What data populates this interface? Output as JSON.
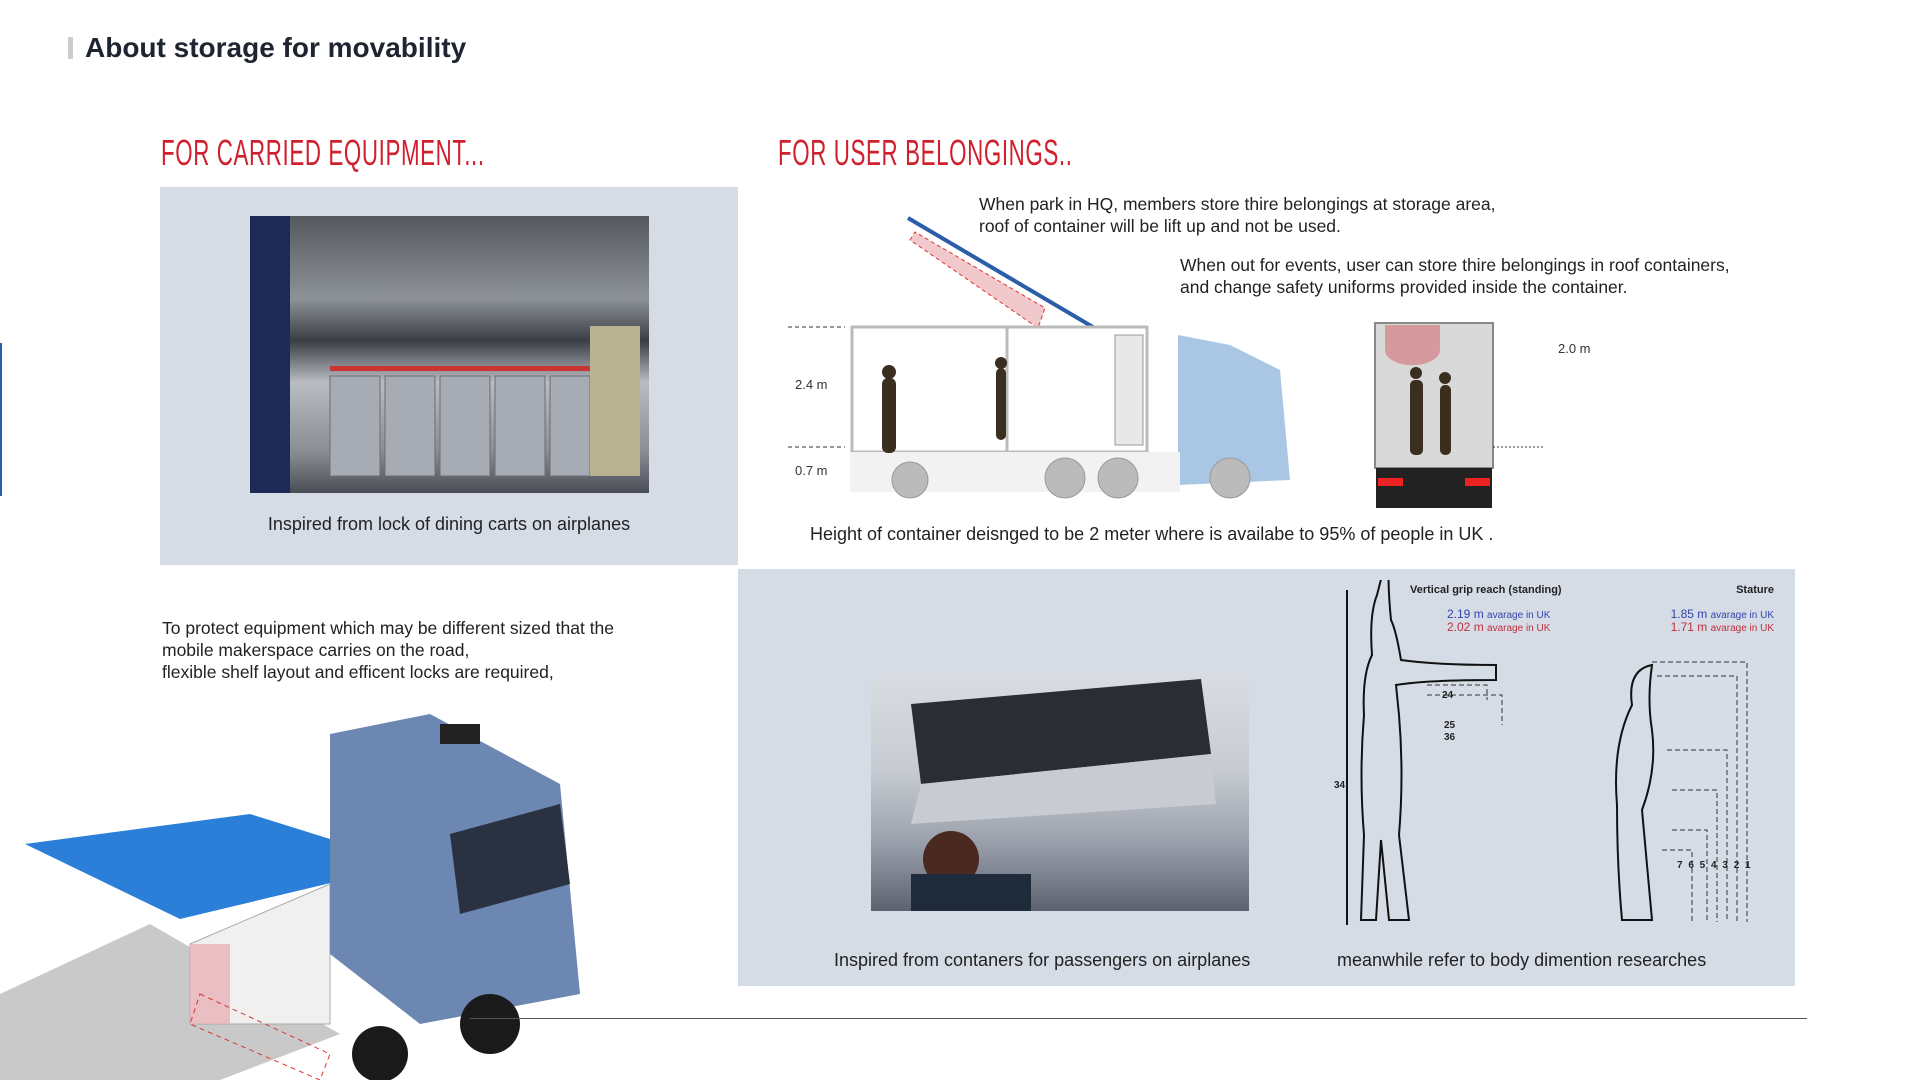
{
  "page_title": "About storage for movability",
  "left": {
    "heading": "FOR CARRIED EQUIPMENT...",
    "photo_caption": "Inspired from lock of dining carts on airplanes",
    "description": [
      "To protect equipment which may be different sized that the",
      "mobile makerspace carries on the road,",
      "flexible shelf layout and efficent locks are required,"
    ]
  },
  "right": {
    "heading": "FOR USER BELONGINGS..",
    "note_hq": [
      "When park in HQ, members store thire belongings at storage area,",
      "roof of container will be lift up and not be used."
    ],
    "note_events": [
      "When  out for events, user can store thire belongings in roof containers,",
      "and change safety uniforms provided inside the container."
    ],
    "dimensions": {
      "container_height": "2.4 m",
      "floor_height": "0.7 m",
      "door_height": "2.0 m"
    },
    "height_caption": "Height of container deisnged to be 2 meter where is availabe to 95% of people in UK .",
    "photo_caption": "Inspired from contaners for passengers on airplanes",
    "body_caption": "meanwhile refer to body dimention researches",
    "body_chart": {
      "grip_title": "Vertical grip reach (standing)",
      "stature_title": "Stature",
      "grip_male": "2.19 m",
      "grip_female": "2.02 m",
      "stature_male": "1.85 m",
      "stature_female": "1.71 m",
      "avg_label": "avarage in UK",
      "labels": {
        "a": "24",
        "b": "25",
        "c": "36",
        "d": "34",
        "scale": "7 6 5 4 3 2 1"
      }
    }
  },
  "colors": {
    "accent": "#d0202e",
    "panel": "#d6dce6",
    "truck_blue": "#a9c6e4",
    "male": "#3344aa",
    "female": "#c0303a"
  }
}
